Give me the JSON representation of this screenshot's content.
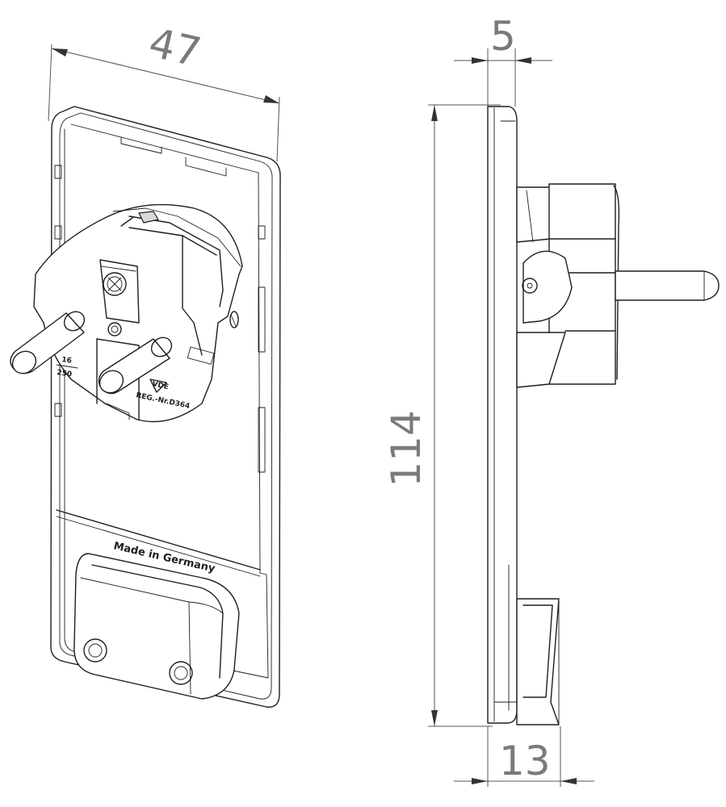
{
  "dimensions": {
    "width": "47",
    "depth": "5",
    "height": "114",
    "plug_depth": "13"
  },
  "labels": {
    "made_in": "Made in Germany",
    "rating_top": "16",
    "rating_bottom": "250",
    "reg_number": "REG.-Nr.D364",
    "vde_mark": "VDE"
  }
}
